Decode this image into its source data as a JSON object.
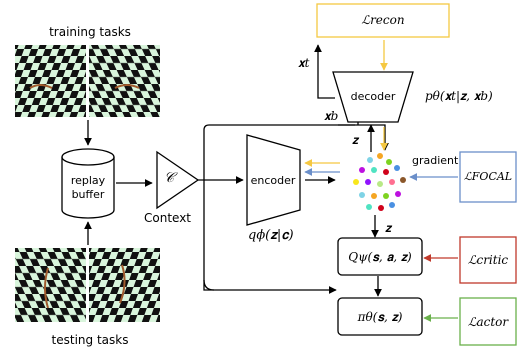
{
  "labels": {
    "training_tasks": "training tasks",
    "testing_tasks": "testing tasks",
    "replay_buffer_line1": "replay",
    "replay_buffer_line2": "buffer",
    "context_symbol": "𝒞",
    "context": "Context",
    "encoder": "encoder",
    "decoder": "decoder",
    "gradient": "gradient",
    "x_t": "𝐱t",
    "x_b": "𝐱b",
    "z_top": "𝐳",
    "z_bottom": "𝐳",
    "encoder_dist": "qϕ(𝐳|𝐜)",
    "decoder_dist": "pθ(𝐱t|𝐳, 𝐱b)",
    "critic_box": "Qψ(𝐬, 𝐚, 𝐳)",
    "actor_box": "πθ(𝐬, 𝐳)",
    "loss_recon": "ℒrecon",
    "loss_focal": "ℒFOCAL",
    "loss_critic": "ℒcritic",
    "loss_actor": "ℒactor"
  },
  "colors": {
    "recon": "#f5c842",
    "focal": "#6b8fc9",
    "critic": "#c0392b",
    "actor": "#6ab04c",
    "checker_light": "#d9f5dc",
    "checker_dark": "#111111"
  }
}
